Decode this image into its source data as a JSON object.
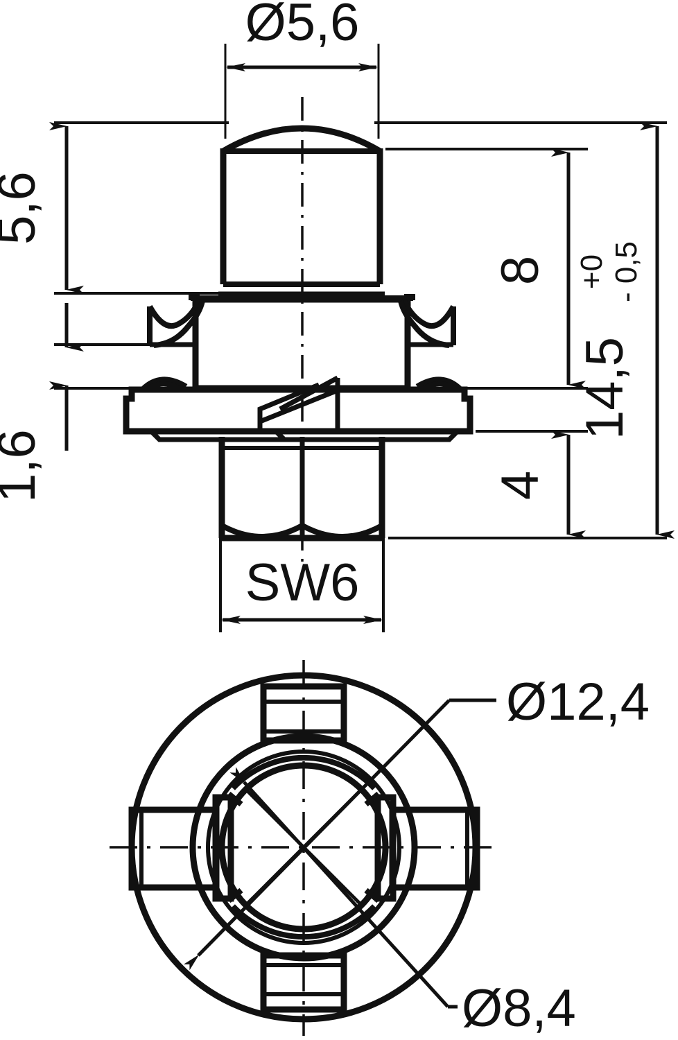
{
  "drawing": {
    "title": "Technical engineering drawing — quarter-turn fastener / captive screw",
    "units": "mm",
    "line_color": "#111111",
    "background_color": "#ffffff",
    "views": [
      {
        "name": "side-section-view",
        "label": ""
      },
      {
        "name": "bottom-view",
        "label": ""
      }
    ]
  },
  "dimensions": {
    "top_diameter": {
      "id": "dim-diameter-5-6",
      "text": "Ø5,6",
      "symbol": "Ø",
      "value": "5,6",
      "orientation": "horizontal",
      "placement": "top"
    },
    "left_upper": {
      "id": "dim-height-5-6",
      "text": "5,6",
      "value": "5,6",
      "orientation": "vertical",
      "placement": "left"
    },
    "left_lower": {
      "id": "dim-height-1-6",
      "text": "1,6",
      "value": "1,6",
      "orientation": "vertical",
      "placement": "left"
    },
    "right_upper": {
      "id": "dim-height-8",
      "text": "8",
      "value": "8",
      "orientation": "vertical",
      "placement": "right"
    },
    "right_lower": {
      "id": "dim-height-4",
      "text": "4",
      "value": "4",
      "orientation": "vertical",
      "placement": "right"
    },
    "right_overall": {
      "id": "dim-height-14-5",
      "text": "14,5",
      "value": "14,5",
      "tolerance_upper": "+0",
      "tolerance_lower": "- 0,5",
      "orientation": "vertical",
      "placement": "right"
    },
    "hex_width": {
      "id": "dim-hex-sw6",
      "text": "SW6",
      "value": "SW6",
      "orientation": "horizontal",
      "placement": "bottom"
    },
    "bottom_outer_diameter": {
      "id": "dim-diameter-12-4",
      "text": "Ø12,4",
      "symbol": "Ø",
      "value": "12,4",
      "orientation": "leader",
      "placement": "bottom-view-upper-right"
    },
    "bottom_inner_diameter": {
      "id": "dim-diameter-8-4",
      "text": "Ø8,4",
      "symbol": "Ø",
      "value": "8,4",
      "orientation": "leader",
      "placement": "bottom-view-lower-right"
    }
  }
}
